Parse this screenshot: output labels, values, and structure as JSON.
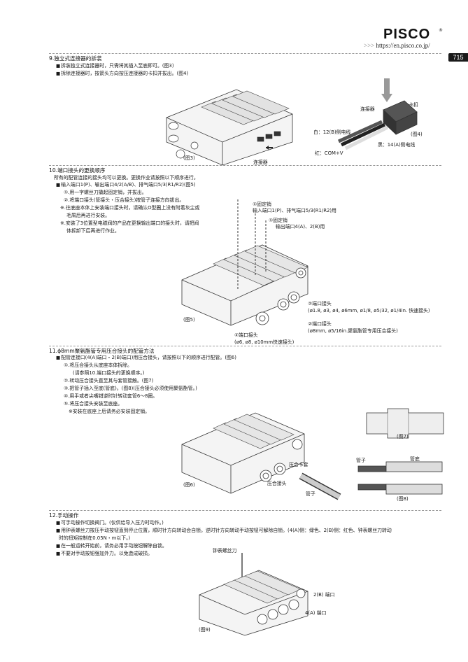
{
  "header": {
    "logo_text": "PISCO",
    "logo_mark": "®",
    "url_prefix": ">>>",
    "url": "https://en.pisco.co.jp/",
    "page_number": "715"
  },
  "s9": {
    "title": "9.独立式连接器的拆装",
    "lines": [
      "拆装独立式连接器时，只需将其插入至底即可。(图3)",
      "拆除连接器时，按箭头方向按压连接器的卡扣并拔出。(图4)"
    ],
    "fig3_label": "(图3)",
    "fig3_connector": "连接器",
    "fig4_label": "(图4)",
    "fig4_connector": "连接器",
    "fig4_clip": "卡扣",
    "fig4_white": "白：12(B)侧电线",
    "fig4_black": "黑：14(A)侧电线",
    "fig4_red": "红：COM+V"
  },
  "s10": {
    "title": "10.端口接头的更换顺序",
    "intro": "所有的配管连接的接头均可以更换。更换作业请按照以下顺序进行。",
    "lines": [
      "输入端口1(P)、输出端口4/2(A/B)、排气端口5/3(R1/R2)(图5)",
      "①.用一字螺丝刀撬起固定销，并拔出。",
      "②.将端口接头(管接头・压合接头)按管子连接方向拔出。",
      "※.往底座本体上安装端口接头时，请确认O型圈上没有附着灰尘或",
      "毛屑后再进行安装。",
      "※.安装了3位置型电磁阀的产品在更换输出端口的接头时，请把阀",
      "体拆卸下后再进行作业。"
    ],
    "fig5_label": "(图5)",
    "pin1_title": "①固定销",
    "pin1_desc": "输入端口1(P)、排气端口5/3(R1/R2)用",
    "pin2_title": "①固定销",
    "pin2_desc": "输出端口4(A)、2(B)用",
    "joint1_title": "②端口接头",
    "joint1_desc": "(ø1.8, ø3, ø4, ø6mm, ø1/8, ø5/32, ø1/4in. 快速接头)",
    "joint2_title": "②端口接头",
    "joint2_desc": "(ø8mm, ø5/16in.聚氨酯管专用压合接头)",
    "joint3_title": "②端口接头",
    "joint3_desc": "(ø6, ø8, ø10mm快速接头)"
  },
  "s11": {
    "title": "11.ϕ8mm聚氨酯管专用压合接头的配管方法",
    "lines": [
      "配管连接口(4(A)端口・2(B)端口)用压合接头，请按照以下的顺序进行配管。(图6)",
      "①.将压合接头从底座本体拆除。",
      "(请参照10.端口接头的更换顺序。)",
      "②.转动压合接头直至其与套管接触。(图7)",
      "③.把管子插入至底(管底)。(图8)(压合接头必须使用聚氨酯管。)",
      "④.用手或者尖嘴钳逆时针转动套管6～8圈。",
      "⑤.将压合接头安装至底座。",
      "※安装在底座上后请务必安装固定销。"
    ],
    "fig6_label": "(图6)",
    "fig6_sleeve": "压合卡套",
    "fig6_joint": "压合接头",
    "fig6_tube": "管子",
    "fig7_label": "(图7)",
    "fig8_label": "(图8)",
    "fig8_tube": "管子",
    "fig8_bottom": "管底"
  },
  "s12": {
    "title": "12.手动操作",
    "lines": [
      "可手动操作切换阀门。(仅供给导入压力时动作。)",
      "用钟表螺丝刀按压手动按钮直到停止位置，顺时针方向转动会自锁。逆时针方向转动手动按钮可解除自锁。(4(A)侧：绿色、2(B)侧：红色、钟表螺丝刀转动",
      "时的扭矩控制在0.05N・m以下。)",
      "在一般运转开始前，请务必用手动按钮解除自锁。",
      "不要对手动按钮强加外力。以免造成破损。"
    ],
    "fig9_label": "(图9)",
    "screwdriver": "钟表螺丝刀",
    "port_b": "2(B) 端口",
    "port_a": "4(A) 端口"
  }
}
